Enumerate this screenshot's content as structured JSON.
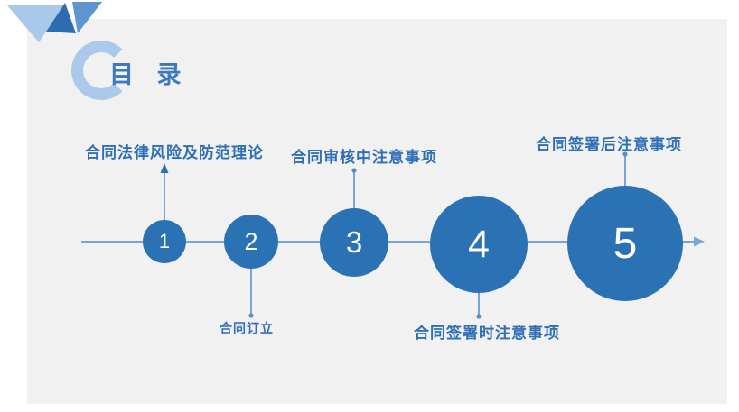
{
  "header": {
    "title": "目 录",
    "logo_shape": "c-ring"
  },
  "timeline": {
    "axis_direction": "left-to-right-arrow",
    "items": [
      {
        "number": "1",
        "label": "合同法律风险及防范理论",
        "label_position": "above"
      },
      {
        "number": "2",
        "label": "合同订立",
        "label_position": "below"
      },
      {
        "number": "3",
        "label": "合同审核中注意事项",
        "label_position": "above"
      },
      {
        "number": "4",
        "label": "合同签署时注意事项",
        "label_position": "below"
      },
      {
        "number": "5",
        "label": "合同签署后注意事项",
        "label_position": "above"
      }
    ]
  },
  "colors": {
    "circle_fill": "#2b72b5",
    "connector_line": "#7aa4d5",
    "label_text": "#2e6fb7",
    "title_text": "#3c79bd",
    "logo_ring": "#abc9ea",
    "panel_background": "#f1f1f2",
    "triangle_light": "#aac8e9",
    "triangle_dark": "#2e6cb2",
    "triangle_medium": "#5f96d1"
  }
}
